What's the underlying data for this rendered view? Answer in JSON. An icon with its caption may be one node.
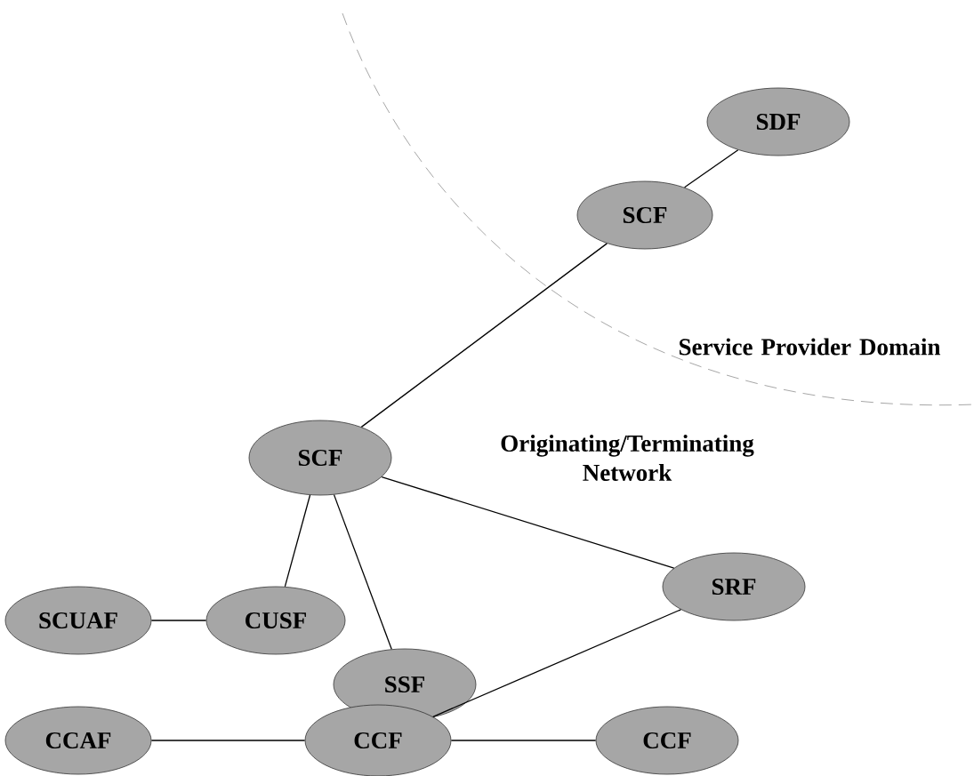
{
  "diagram": {
    "nodes": [
      {
        "text": [
          "SDF"
        ]
      },
      {
        "text": [
          "SCF"
        ]
      },
      {
        "text": [
          "SCF"
        ]
      },
      {
        "text": [
          "SCUAF"
        ]
      },
      {
        "text": [
          "CUSF"
        ]
      },
      {
        "text": [
          "SRF"
        ]
      },
      {
        "text": [
          "SSF"
        ]
      },
      {
        "text": [
          "CCAF"
        ]
      },
      {
        "text": [
          "CCF"
        ]
      },
      {
        "text": [
          "CCF"
        ]
      }
    ],
    "edges": [
      {
        "from": 0,
        "to": 1,
        "arrow": "none"
      },
      {
        "from": 1,
        "to": 2,
        "arrow": "none"
      },
      {
        "from": 2,
        "to": 4,
        "arrow": "none"
      },
      {
        "from": 3,
        "to": 4,
        "arrow": "none"
      },
      {
        "from": 2,
        "to": 6,
        "arrow": "none"
      },
      {
        "from": 2,
        "to": 5,
        "arrow": "none"
      },
      {
        "from": 5,
        "to": 8,
        "arrow": "none"
      },
      {
        "from": 7,
        "to": 8,
        "arrow": "none"
      },
      {
        "from": 8,
        "to": 9,
        "arrow": "none"
      }
    ],
    "labels": [
      "Service Provider Domain",
      "Originating/Terminating Network"
    ]
  }
}
